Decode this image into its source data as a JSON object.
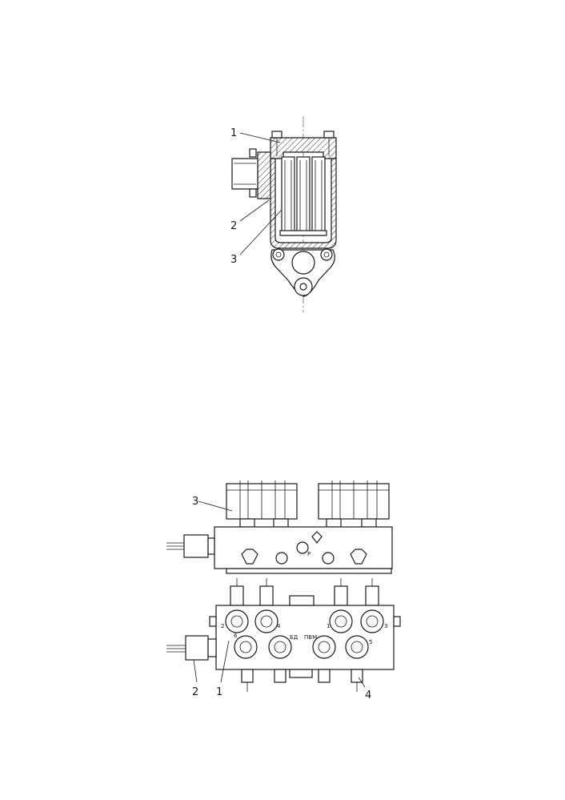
{
  "top_view": {
    "callouts": [
      "1",
      "2",
      "3"
    ]
  },
  "bottom_view": {
    "callouts": [
      "3",
      "2",
      "1",
      "4"
    ],
    "port_p": "P",
    "marks": {
      "bd": "БД",
      "pvm": "ПВМ"
    },
    "port_numbers": [
      "2",
      "4",
      "1",
      "3",
      "6",
      "5"
    ]
  }
}
